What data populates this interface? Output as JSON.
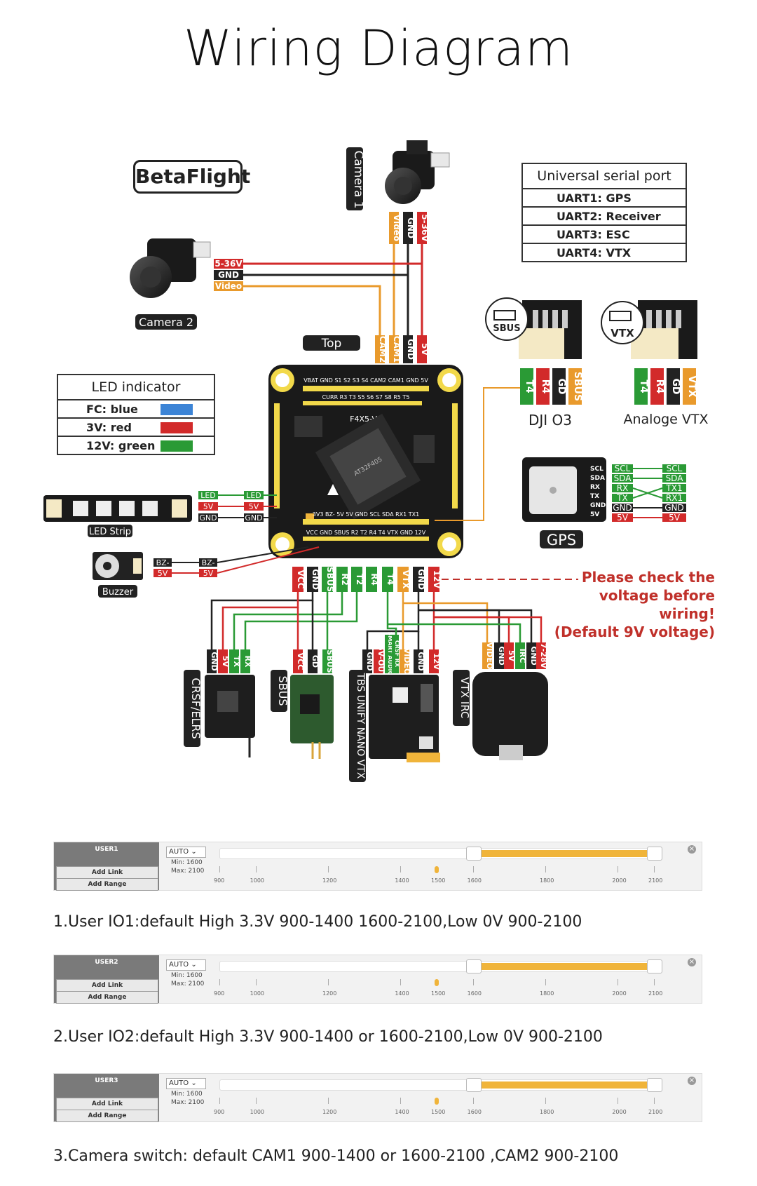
{
  "title": "Wiring Diagram",
  "betaflight_label": "BetaFlight",
  "serial_table": {
    "header": "Universal serial port",
    "rows": [
      "UART1: GPS",
      "UART2: Receiver",
      "UART3: ESC",
      "UART4: VTX"
    ]
  },
  "led_table": {
    "header": "LED indicator",
    "rows": [
      {
        "label": "FC:  blue",
        "color": "#3c84d6"
      },
      {
        "label": "3V:  red",
        "color": "#d22a2a"
      },
      {
        "label": "12V:  green",
        "color": "#2a9a35"
      }
    ]
  },
  "cameras": {
    "camera1": {
      "name": "Camera 1",
      "wires": [
        "Video",
        "GND",
        "5-36V"
      ]
    },
    "camera2": {
      "name": "Camera 2",
      "wires": [
        "5-36V",
        "GND",
        "Video"
      ]
    }
  },
  "top_label": "Top",
  "fc": {
    "model": "F4X5-V4",
    "top_pads": "VBAT GND S1  S2  S3  S4 CAM2 CAM1 GND 5V",
    "row2_pads": "CURR R3  T3  S5  S6  S7  S8  R5  T5",
    "bottom_pads": "3V3 BZ-  5V  5V  GND SCL SDA RX1 TX1",
    "bottom_pads2": "VCC GND SBUS R2  T2  R4  T4  VTX GND 12V",
    "top_wires": [
      "CAM2",
      "CAM1",
      "GND",
      "5V"
    ],
    "bottom_wires": [
      "VCC",
      "GND",
      "SBUS",
      "R2",
      "T2",
      "R4",
      "T4",
      "VTX",
      "GND",
      "12V"
    ],
    "chip_text": "AT32F405"
  },
  "dji": {
    "name": "DJI O3",
    "sbus": "SBUS",
    "pins": [
      "T4",
      "R4",
      "GD",
      "SBUS"
    ]
  },
  "analog": {
    "name": "Analoge VTX",
    "vtx": "VTX",
    "pins": [
      "T4",
      "R4",
      "GD",
      "VTX"
    ]
  },
  "gps": {
    "name": "GPS",
    "module_pins": [
      "SCL",
      "SDA",
      "RX",
      "TX",
      "GND",
      "5V"
    ],
    "wire_left": [
      "SCL",
      "SDA",
      "RX",
      "TX",
      "GND",
      "5V"
    ],
    "wire_right": [
      "SCL",
      "SDA",
      "TX1",
      "RX1",
      "GND",
      "5V"
    ]
  },
  "led_strip": {
    "name": "LED Strip",
    "wire_left": [
      "LED",
      "5V",
      "GND"
    ],
    "wire_right": [
      "LED",
      "5V",
      "GND"
    ]
  },
  "buzzer": {
    "name": "Buzzer",
    "wire_left": [
      "BZ-",
      "5V"
    ],
    "wire_right": [
      "BZ-",
      "5V"
    ]
  },
  "warning": [
    "Please check the",
    "voltage before wiring!",
    "(Default 9V voltage)"
  ],
  "peripherals": [
    {
      "name": "CRSF/ELRS",
      "pins": [
        "GND",
        "5V",
        "TX",
        "RX"
      ]
    },
    {
      "name": "SBUS",
      "pins": [
        "VCC",
        "GD",
        "SBUS"
      ]
    },
    {
      "name": "TBS UNIFY NANO VTX",
      "pins": [
        "GND",
        "5V-OUT",
        "SMART AUDIO",
        "CRSF RX",
        "VIDEO",
        "GND",
        "12V"
      ]
    },
    {
      "name": "VTX IRC",
      "pins": [
        "VIDEO",
        "GND",
        "5V",
        "IRC",
        "GND",
        "7-28V"
      ]
    }
  ],
  "panels": [
    {
      "tag": "USER1",
      "mode": "AUTO",
      "min": "Min: 1600",
      "max": "Max: 2100",
      "add_link": "Add Link",
      "add_range": "Add Range",
      "marker": 1500,
      "range": [
        1600,
        2100
      ],
      "caption": "1.User IO1:default High 3.3V  900-1400 1600-2100,Low 0V 900-2100"
    },
    {
      "tag": "USER2",
      "mode": "AUTO",
      "min": "Min: 1600",
      "max": "Max: 2100",
      "add_link": "Add Link",
      "add_range": "Add Range",
      "marker": 1500,
      "range": [
        1600,
        2100
      ],
      "caption": "2.User IO2:default High 3.3V  900-1400 or 1600-2100,Low 0V 900-2100"
    },
    {
      "tag": "USER3",
      "mode": "AUTO",
      "min": "Min: 1600",
      "max": "Max: 2100",
      "add_link": "Add Link",
      "add_range": "Add Range",
      "marker": 1500,
      "range": [
        1600,
        2100
      ],
      "caption": "3.Camera switch:  default CAM1 900-1400 or 1600-2100 ,CAM2 900-2100"
    }
  ],
  "slider_ticks": [
    "900",
    "1000",
    "1200",
    "1400",
    "1500",
    "1600",
    "1800",
    "2000",
    "2100"
  ],
  "colors": {
    "red": "#d22a2a",
    "green": "#2a9a35",
    "orange": "#e99a2c",
    "black": "#222222",
    "gold": "#f0b43a"
  }
}
